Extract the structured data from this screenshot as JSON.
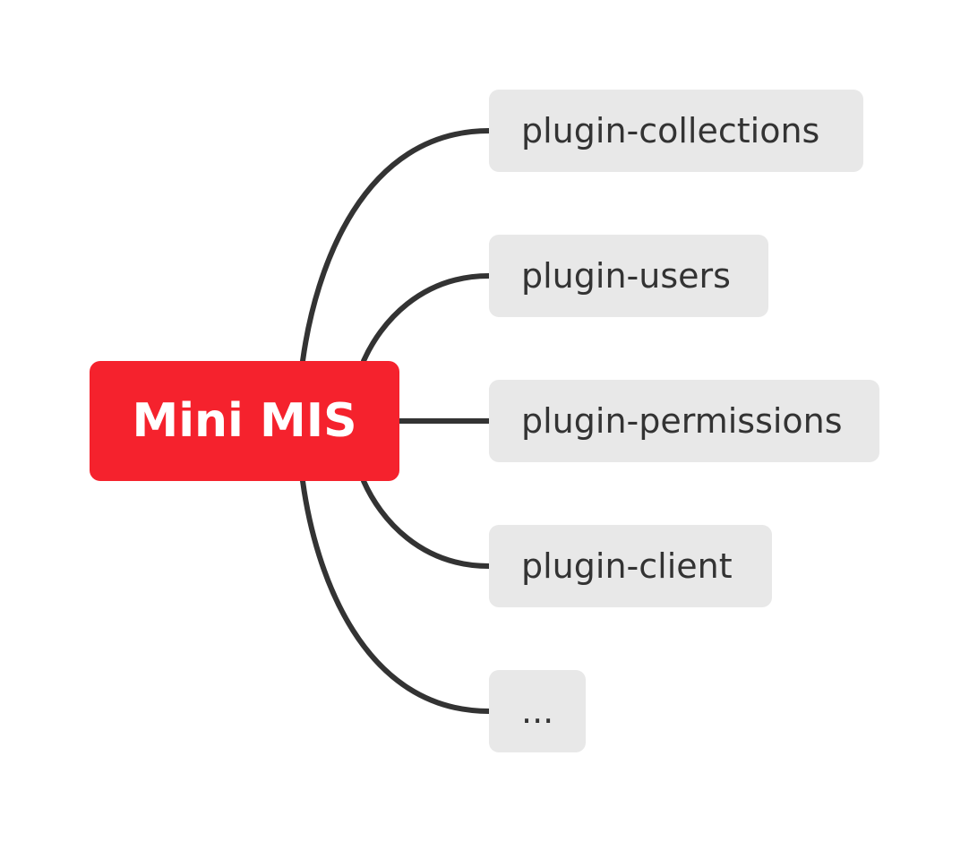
{
  "diagram": {
    "type": "mind-map",
    "root": {
      "label": "Mini MIS",
      "color": "#f5222d"
    },
    "branches": [
      {
        "label": "plugin-collections"
      },
      {
        "label": "plugin-users"
      },
      {
        "label": "plugin-permissions"
      },
      {
        "label": "plugin-client"
      },
      {
        "label": "..."
      }
    ],
    "colors": {
      "connector": "#333333",
      "child_background": "#e8e8e8",
      "child_text": "#333333",
      "root_text": "#ffffff"
    }
  }
}
